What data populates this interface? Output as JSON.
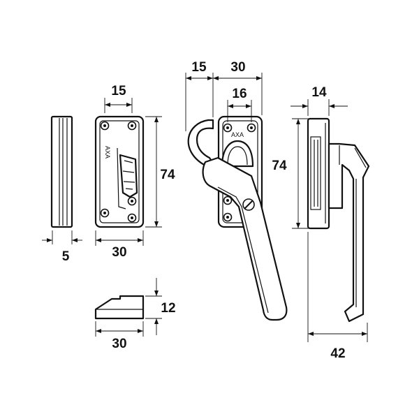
{
  "parts": {
    "strip": {
      "dims": {
        "width": "5"
      }
    },
    "striker_plate": {
      "brand": "AXA",
      "dims": {
        "top": "15",
        "height": "74",
        "width": "30"
      }
    },
    "spacer": {
      "dims": {
        "height": "12",
        "width": "30"
      }
    },
    "handle_front": {
      "brand": "AXA",
      "dims": {
        "hook": "15",
        "base": "30",
        "screws": "16",
        "height": "74"
      }
    },
    "handle_side": {
      "dims": {
        "top": "14",
        "depth": "42"
      }
    }
  }
}
